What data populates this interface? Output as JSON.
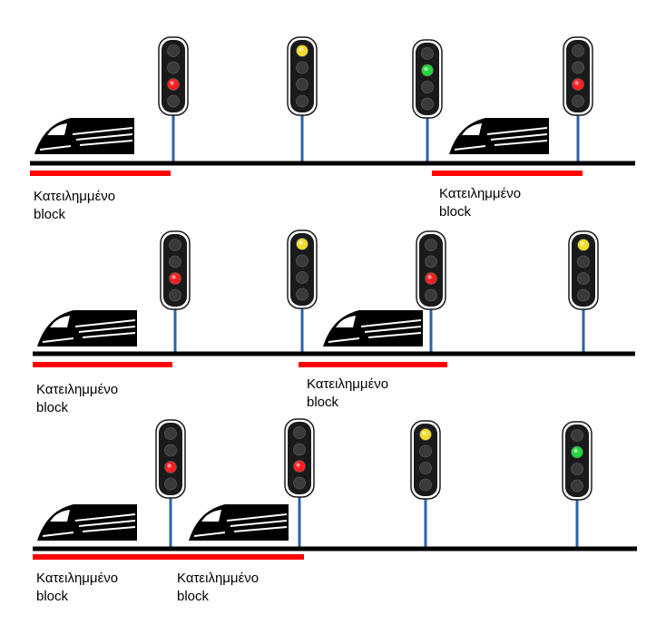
{
  "labels": {
    "occupied_line1": "Κατειλημμένο",
    "occupied_line2": "block"
  },
  "aspects": {
    "row1": [
      "red",
      "yellow",
      "green",
      "red"
    ],
    "row2": [
      "red",
      "yellow",
      "red",
      "yellow"
    ],
    "row3": [
      "red",
      "red",
      "yellow",
      "green"
    ]
  },
  "colors": {
    "rail": "#000000",
    "post": "#2d62a8",
    "occupied_block": "#ff0000",
    "signal_body": "#1a1a1a",
    "lamp_off": "#3a3a3a",
    "lamp_red": "#ff2020",
    "lamp_yellow": "#f2dc2e",
    "lamp_green": "#22d83a",
    "train": "#000000"
  },
  "icons": {
    "train": "high-speed-train-icon",
    "signal": "railway-signal-icon"
  }
}
